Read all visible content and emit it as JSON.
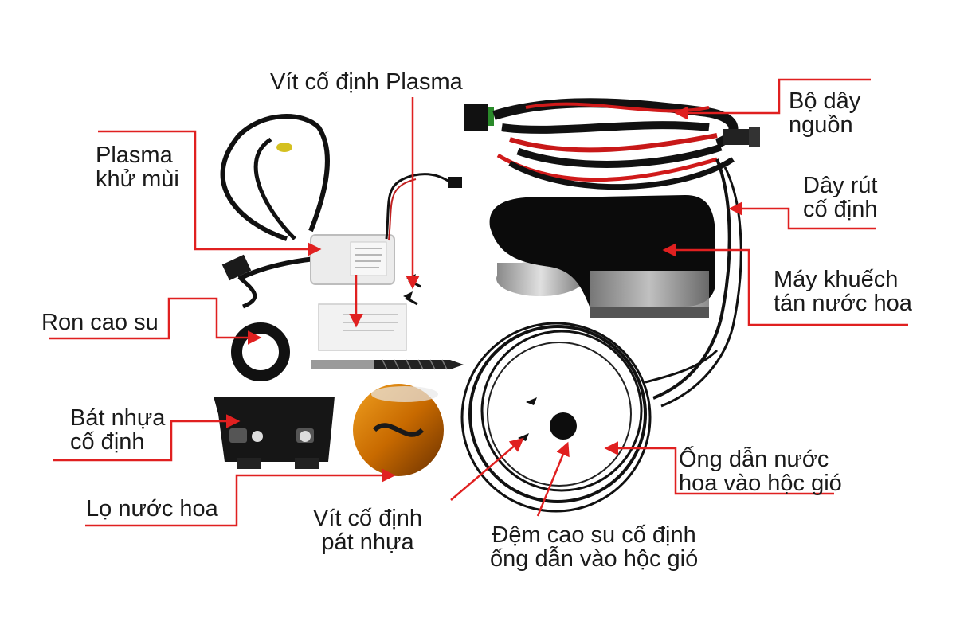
{
  "accent_color": "#e02020",
  "labels": {
    "screw_plasma": "Vít cố định Plasma",
    "power_harness": [
      "Bộ dây",
      "nguồn"
    ],
    "plasma": [
      "Plasma",
      "khử mùi"
    ],
    "cable_tie": [
      "Dây rút",
      "cố định"
    ],
    "diffuser": [
      "Máy khuếch",
      "tán nước hoa"
    ],
    "rubber_ring": "Ron cao su",
    "plastic_bracket": [
      "Bát nhựa",
      "cố định"
    ],
    "perfume_bottle": "Lọ nước hoa",
    "screw_bracket": [
      "Vít cố định",
      "pát nhựa"
    ],
    "rubber_pad": [
      "Đệm cao su cố định",
      "ống dẫn vào hộc gió"
    ],
    "tube": [
      "Ống dẫn nước",
      "hoa vào hộc gió"
    ]
  },
  "components": [
    "plasma-module-icon",
    "screw-icon",
    "power-harness-icon",
    "cable-tie-icon",
    "diffuser-machine-icon",
    "rubber-ring-icon",
    "drill-bit-icon",
    "plastic-bracket-icon",
    "perfume-bottle-icon",
    "tube-coil-icon",
    "rubber-pad-icon"
  ]
}
